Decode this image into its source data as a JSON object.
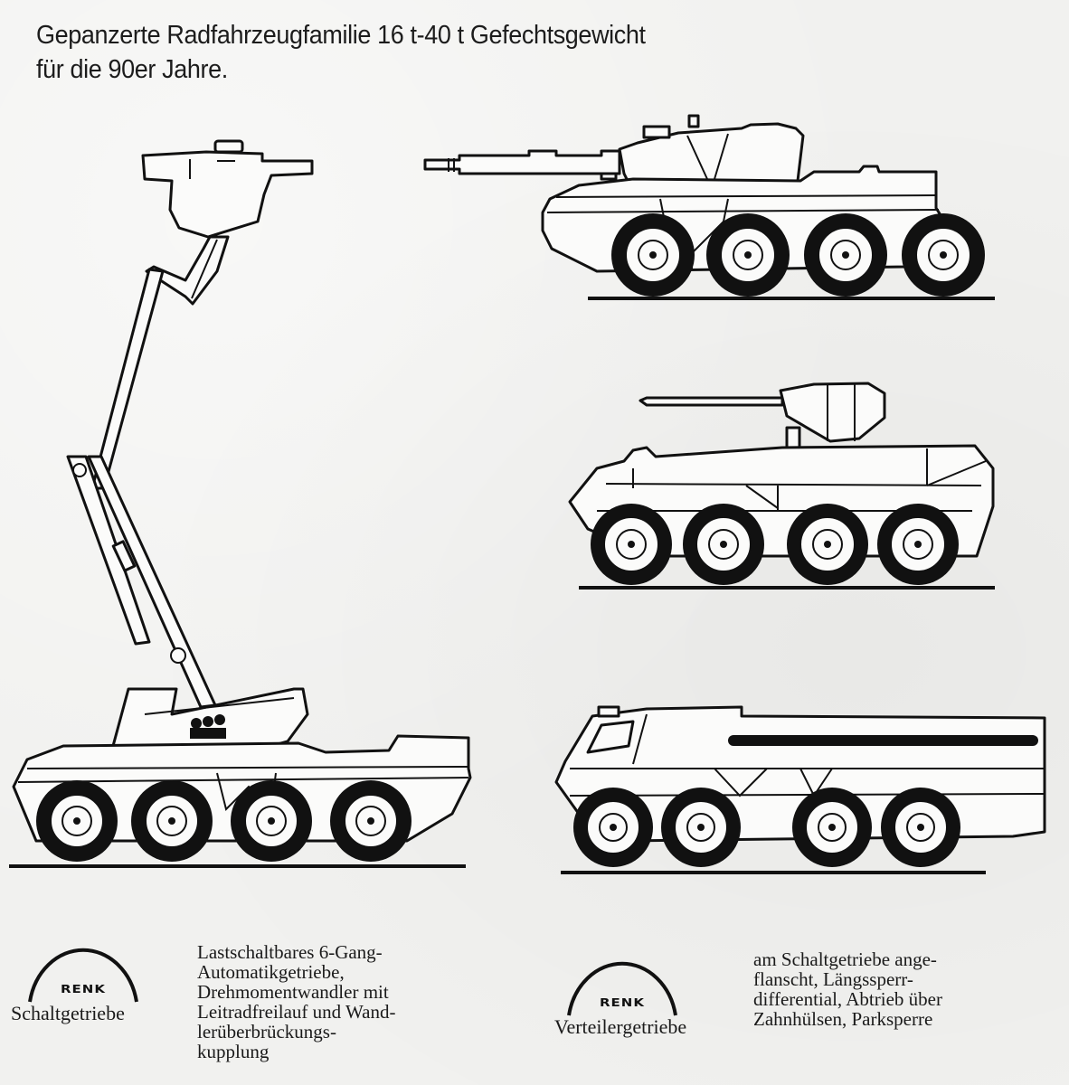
{
  "title": {
    "line1": "Gepanzerte Radfahrzeugfamilie 16 t-40 t Gefechtsgewicht",
    "line2": "für die 90er Jahre."
  },
  "figures": [
    {
      "id": "crane-vehicle",
      "description": "8x8 wheeled vehicle with extended telescopic boom and elevated observation turret"
    },
    {
      "id": "gun-vehicle",
      "description": "8x8 wheeled vehicle with large-calibre gun turret"
    },
    {
      "id": "ifv-vehicle",
      "description": "8x8 wheeled infantry fighting vehicle with small-calibre cannon turret"
    },
    {
      "id": "transport-vehicle",
      "description": "8x8 wheeled armoured transport vehicle with box hull"
    }
  ],
  "captions": [
    {
      "logo_text": "RENK",
      "logo_label": "Schaltgetriebe",
      "lines": [
        "Lastschaltbares 6-Gang-",
        "Automatikgetriebe,",
        "Drehmomentwandler mit",
        "Leitradfreilauf und Wand-",
        "lerüberbrückungs-",
        "kupplung"
      ]
    },
    {
      "logo_text": "RENK",
      "logo_label": "Verteilergetriebe",
      "lines": [
        "am Schaltgetriebe ange-",
        "flanscht, Längssperr-",
        "differential, Abtrieb über",
        "Zahnhülsen, Parksperre"
      ]
    }
  ]
}
